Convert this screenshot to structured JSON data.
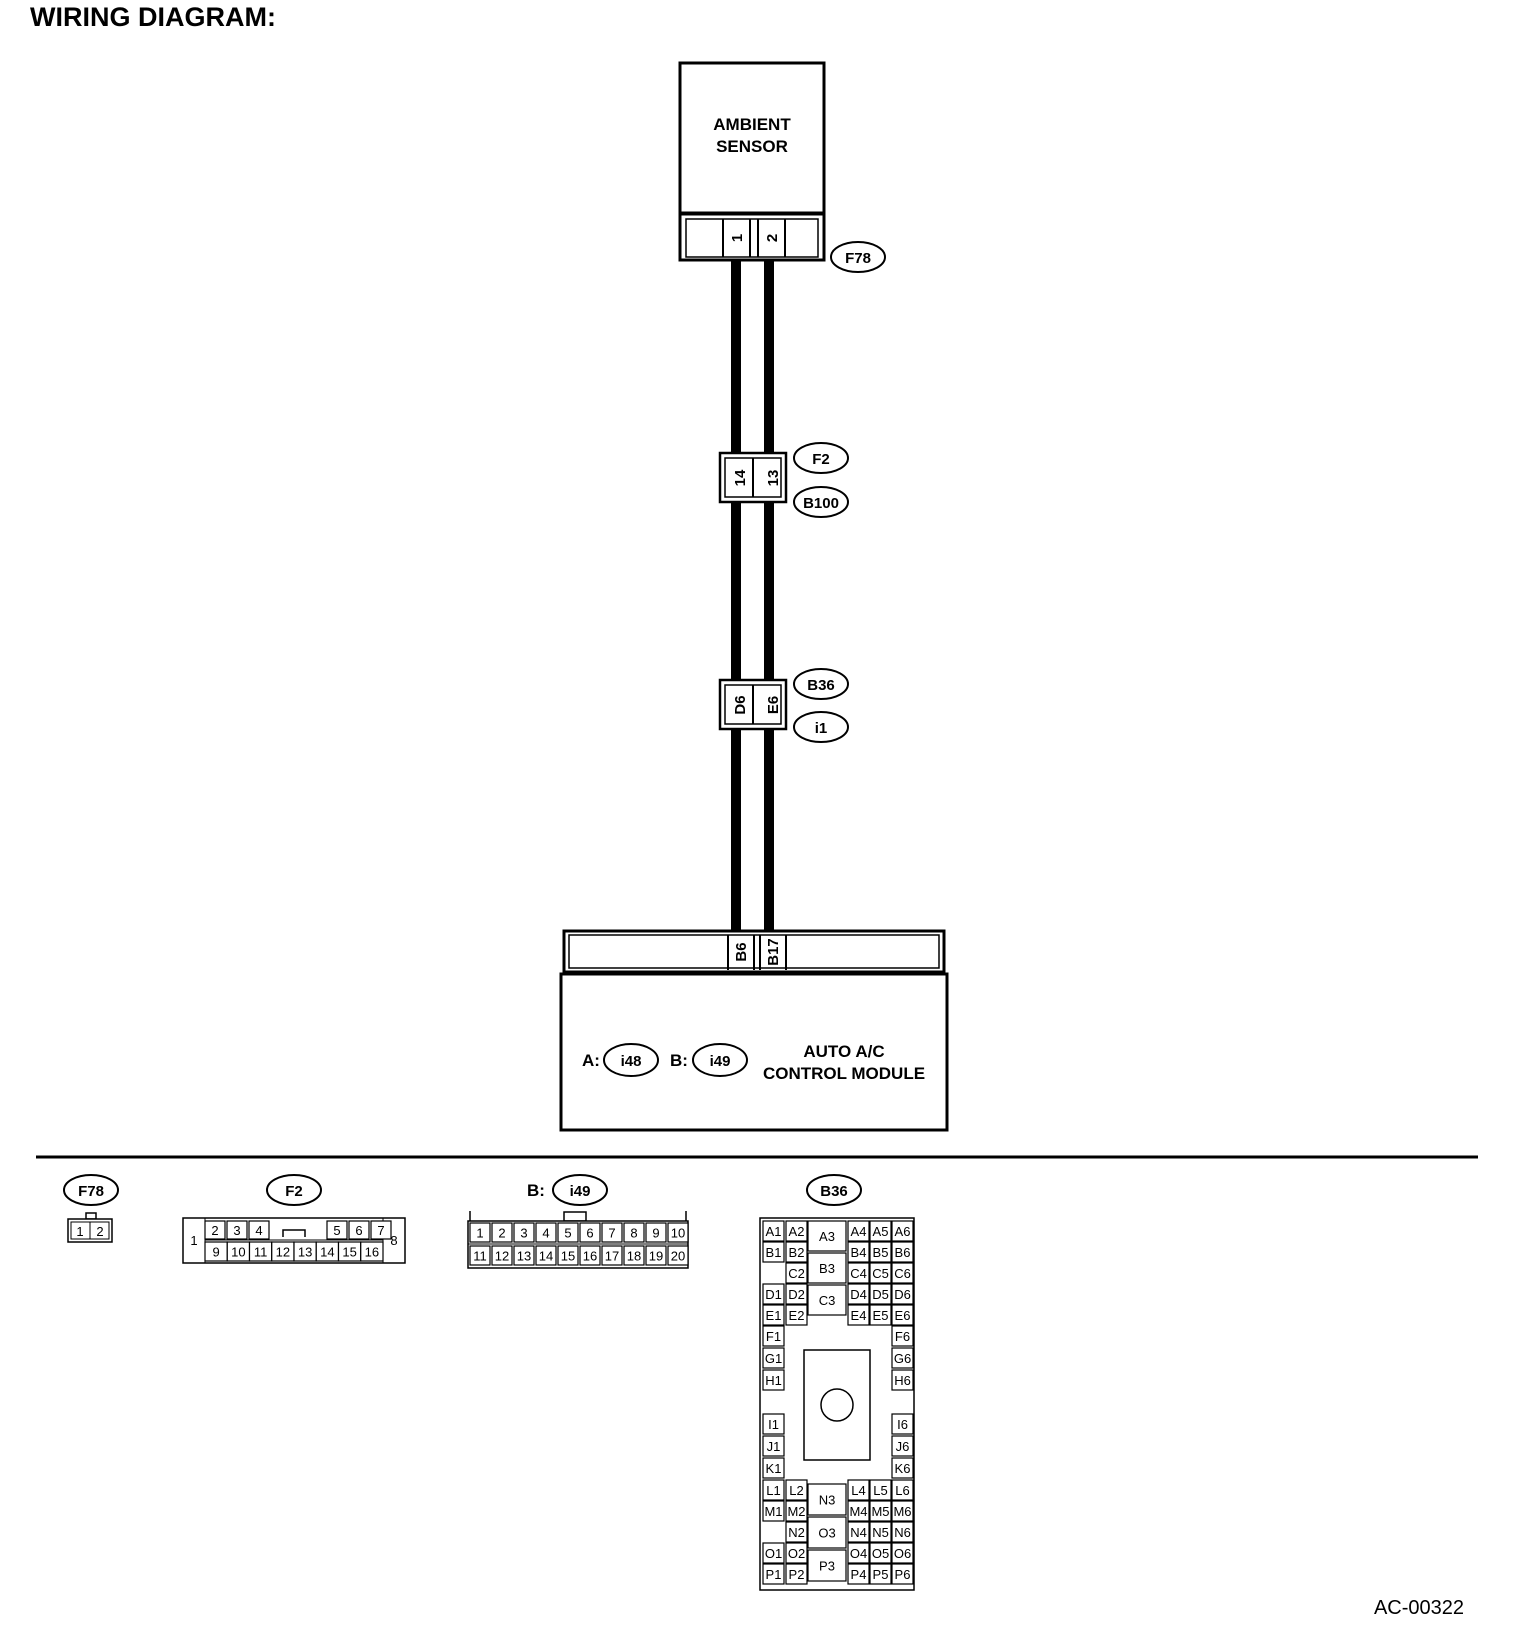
{
  "title": "WIRING DIAGRAM:",
  "ambient_sensor": {
    "line1": "AMBIENT",
    "line2": "SENSOR",
    "pins": [
      "1",
      "2"
    ],
    "connector": "F78"
  },
  "junction1": {
    "pins": [
      "14",
      "13"
    ],
    "tag_top": "F2",
    "tag_bottom": "B100"
  },
  "junction2": {
    "pins": [
      "D6",
      "E6"
    ],
    "tag_top": "B36",
    "tag_bottom": "i1"
  },
  "module": {
    "pins": [
      "B6",
      "B17"
    ],
    "conn_a_prefix": "A:",
    "conn_a": "i48",
    "conn_b_prefix": "B:",
    "conn_b": "i49",
    "line1": "AUTO A/C",
    "line2": "CONTROL MODULE"
  },
  "legend": {
    "f78": {
      "tag": "F78",
      "cells": [
        "1",
        "2"
      ]
    },
    "f2": {
      "tag": "F2",
      "left": "1",
      "right": "8",
      "top": [
        "2",
        "3",
        "4",
        "5",
        "6",
        "7"
      ],
      "bottom": [
        "9",
        "10",
        "11",
        "12",
        "13",
        "14",
        "15",
        "16"
      ]
    },
    "i49": {
      "prefix": "B:",
      "tag": "i49",
      "top": [
        "1",
        "2",
        "3",
        "4",
        "5",
        "6",
        "7",
        "8",
        "9",
        "10"
      ],
      "bottom": [
        "11",
        "12",
        "13",
        "14",
        "15",
        "16",
        "17",
        "18",
        "19",
        "20"
      ]
    },
    "b36": {
      "tag": "B36",
      "left_pairs": [
        [
          "A1",
          "A2"
        ],
        [
          "B1",
          "B2"
        ],
        [
          "",
          "C2"
        ],
        [
          "D1",
          "D2"
        ],
        [
          "E1",
          "E2"
        ]
      ],
      "right_triples": [
        [
          "A4",
          "A5",
          "A6"
        ],
        [
          "B4",
          "B5",
          "B6"
        ],
        [
          "C4",
          "C5",
          "C6"
        ],
        [
          "D4",
          "D5",
          "D6"
        ],
        [
          "E4",
          "E5",
          "E6"
        ]
      ],
      "center_top": [
        "A3",
        "B3",
        "C3"
      ],
      "left_single": [
        "F1",
        "G1",
        "H1",
        "I1",
        "J1",
        "K1"
      ],
      "right_single": [
        "F6",
        "G6",
        "H6",
        "I6",
        "J6",
        "K6"
      ],
      "bottom_left_pairs": [
        [
          "L1",
          "L2"
        ],
        [
          "M1",
          "M2"
        ],
        [
          "",
          "N2"
        ],
        [
          "O1",
          "O2"
        ],
        [
          "P1",
          "P2"
        ]
      ],
      "bottom_right_triples": [
        [
          "L4",
          "L5",
          "L6"
        ],
        [
          "M4",
          "M5",
          "M6"
        ],
        [
          "N4",
          "N5",
          "N6"
        ],
        [
          "O4",
          "O5",
          "O6"
        ],
        [
          "P4",
          "P5",
          "P6"
        ]
      ],
      "center_bottom": [
        "N3",
        "O3",
        "P3"
      ]
    }
  },
  "ref_code": "AC-00322"
}
